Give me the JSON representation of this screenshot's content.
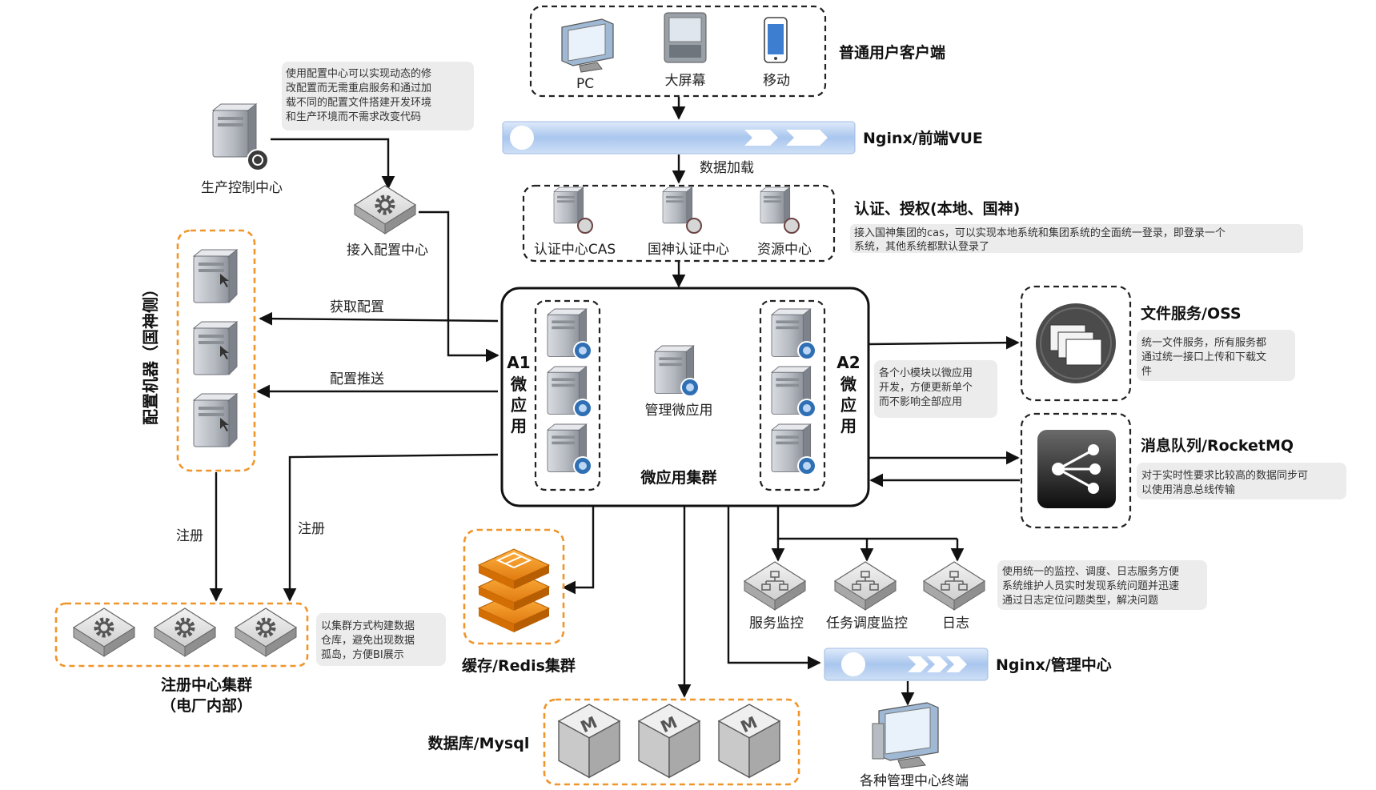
{
  "clients": {
    "title": "普通用户客户端",
    "items": [
      {
        "label": "PC",
        "icon": "pc-monitor-icon"
      },
      {
        "label": "大屏幕",
        "icon": "large-screen-icon"
      },
      {
        "label": "移动",
        "icon": "mobile-phone-icon"
      }
    ]
  },
  "nginx_front": {
    "label": "Nginx/前端VUE"
  },
  "data_load": "数据加载",
  "auth": {
    "title": "认证、授权(本地、国神)",
    "items": [
      "认证中心CAS",
      "国神认证中心",
      "资源中心"
    ],
    "note": [
      "接入国神集团的cas，可以实现本地系统和集团系统的全面统一登录，即登录一个",
      "系统，其他系统都默认登录了"
    ]
  },
  "production_control": {
    "label": "生产控制中心",
    "note": [
      "使用配置中心可以实现动态的修",
      "改配置而无需重启服务和通过加",
      "载不同的配置文件搭建开发环境",
      "和生产环境而不需求改变代码"
    ]
  },
  "config_center": {
    "label": "接入配置中心"
  },
  "config_machines": {
    "title": "配置机器（国神侧）"
  },
  "get_config": "获取配置",
  "push_config": "配置推送",
  "register": "注册",
  "cluster": {
    "title": "微应用集群",
    "a1": [
      "A1",
      "微",
      "应",
      "用"
    ],
    "a2": [
      "A2",
      "微",
      "应",
      "用"
    ],
    "manage_app": "管理微应用",
    "note": [
      "各个小模块以微应用",
      "开发，方便更新单个",
      "而不影响全部应用"
    ]
  },
  "file_service": {
    "title": "文件服务/OSS",
    "note": [
      "统一文件服务，所有服务都",
      "通过统一接口上传和下载文",
      "件"
    ]
  },
  "mq": {
    "title": "消息队列/RocketMQ",
    "note": [
      "对于实时性要求比较高的数据同步可",
      "以使用消息总线传输"
    ]
  },
  "monitors": {
    "items": [
      "服务监控",
      "任务调度监控",
      "日志"
    ],
    "note": [
      "使用统一的监控、调度、日志服务方便",
      "系统维护人员实时发现系统问题并迅速",
      "通过日志定位问题类型，解决问题"
    ]
  },
  "nginx_admin": {
    "label": "Nginx/管理中心"
  },
  "admin_terminals": {
    "label": "各种管理中心终端"
  },
  "registry": {
    "title": [
      "注册中心集群",
      "（电厂内部）"
    ],
    "note": [
      "以集群方式构建数据",
      "仓库，避免出现数据",
      "孤岛，方便BI展示"
    ]
  },
  "redis": {
    "label": "缓存/Redis集群"
  },
  "mysql": {
    "label": "数据库/Mysql",
    "node_letter": "M"
  },
  "colors": {
    "accent_orange": "#f0952a",
    "server_gray": "#b8bcc4",
    "badge_blue": "#2f6fb4",
    "bar_blue": "#b9d2f2"
  }
}
